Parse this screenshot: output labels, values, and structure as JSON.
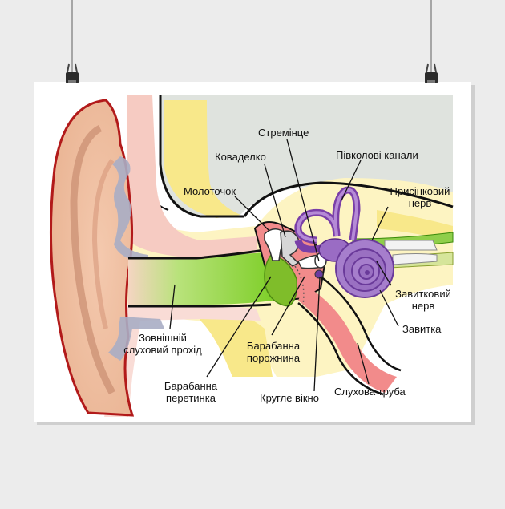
{
  "diagram": {
    "labels": {
      "stapes": "Стремінце",
      "incus": "Коваделко",
      "semicircular_canals": "Півколові канали",
      "malleus": "Молоточок",
      "vestibular_nerve_1": "Присінковий",
      "vestibular_nerve_2": "нерв",
      "cochlear_nerve_1": "Завитковий",
      "cochlear_nerve_2": "нерв",
      "cochlea": "Завитка",
      "ear_canal_1": "Зовнішній",
      "ear_canal_2": "слуховий прохід",
      "tympanic_cavity_1": "Барабанна",
      "tympanic_cavity_2": "порожнина",
      "eardrum_1": "Барабанна",
      "eardrum_2": "перетинка",
      "round_window": "Кругле вікно",
      "eustachian_tube": "Слухова труба"
    }
  }
}
